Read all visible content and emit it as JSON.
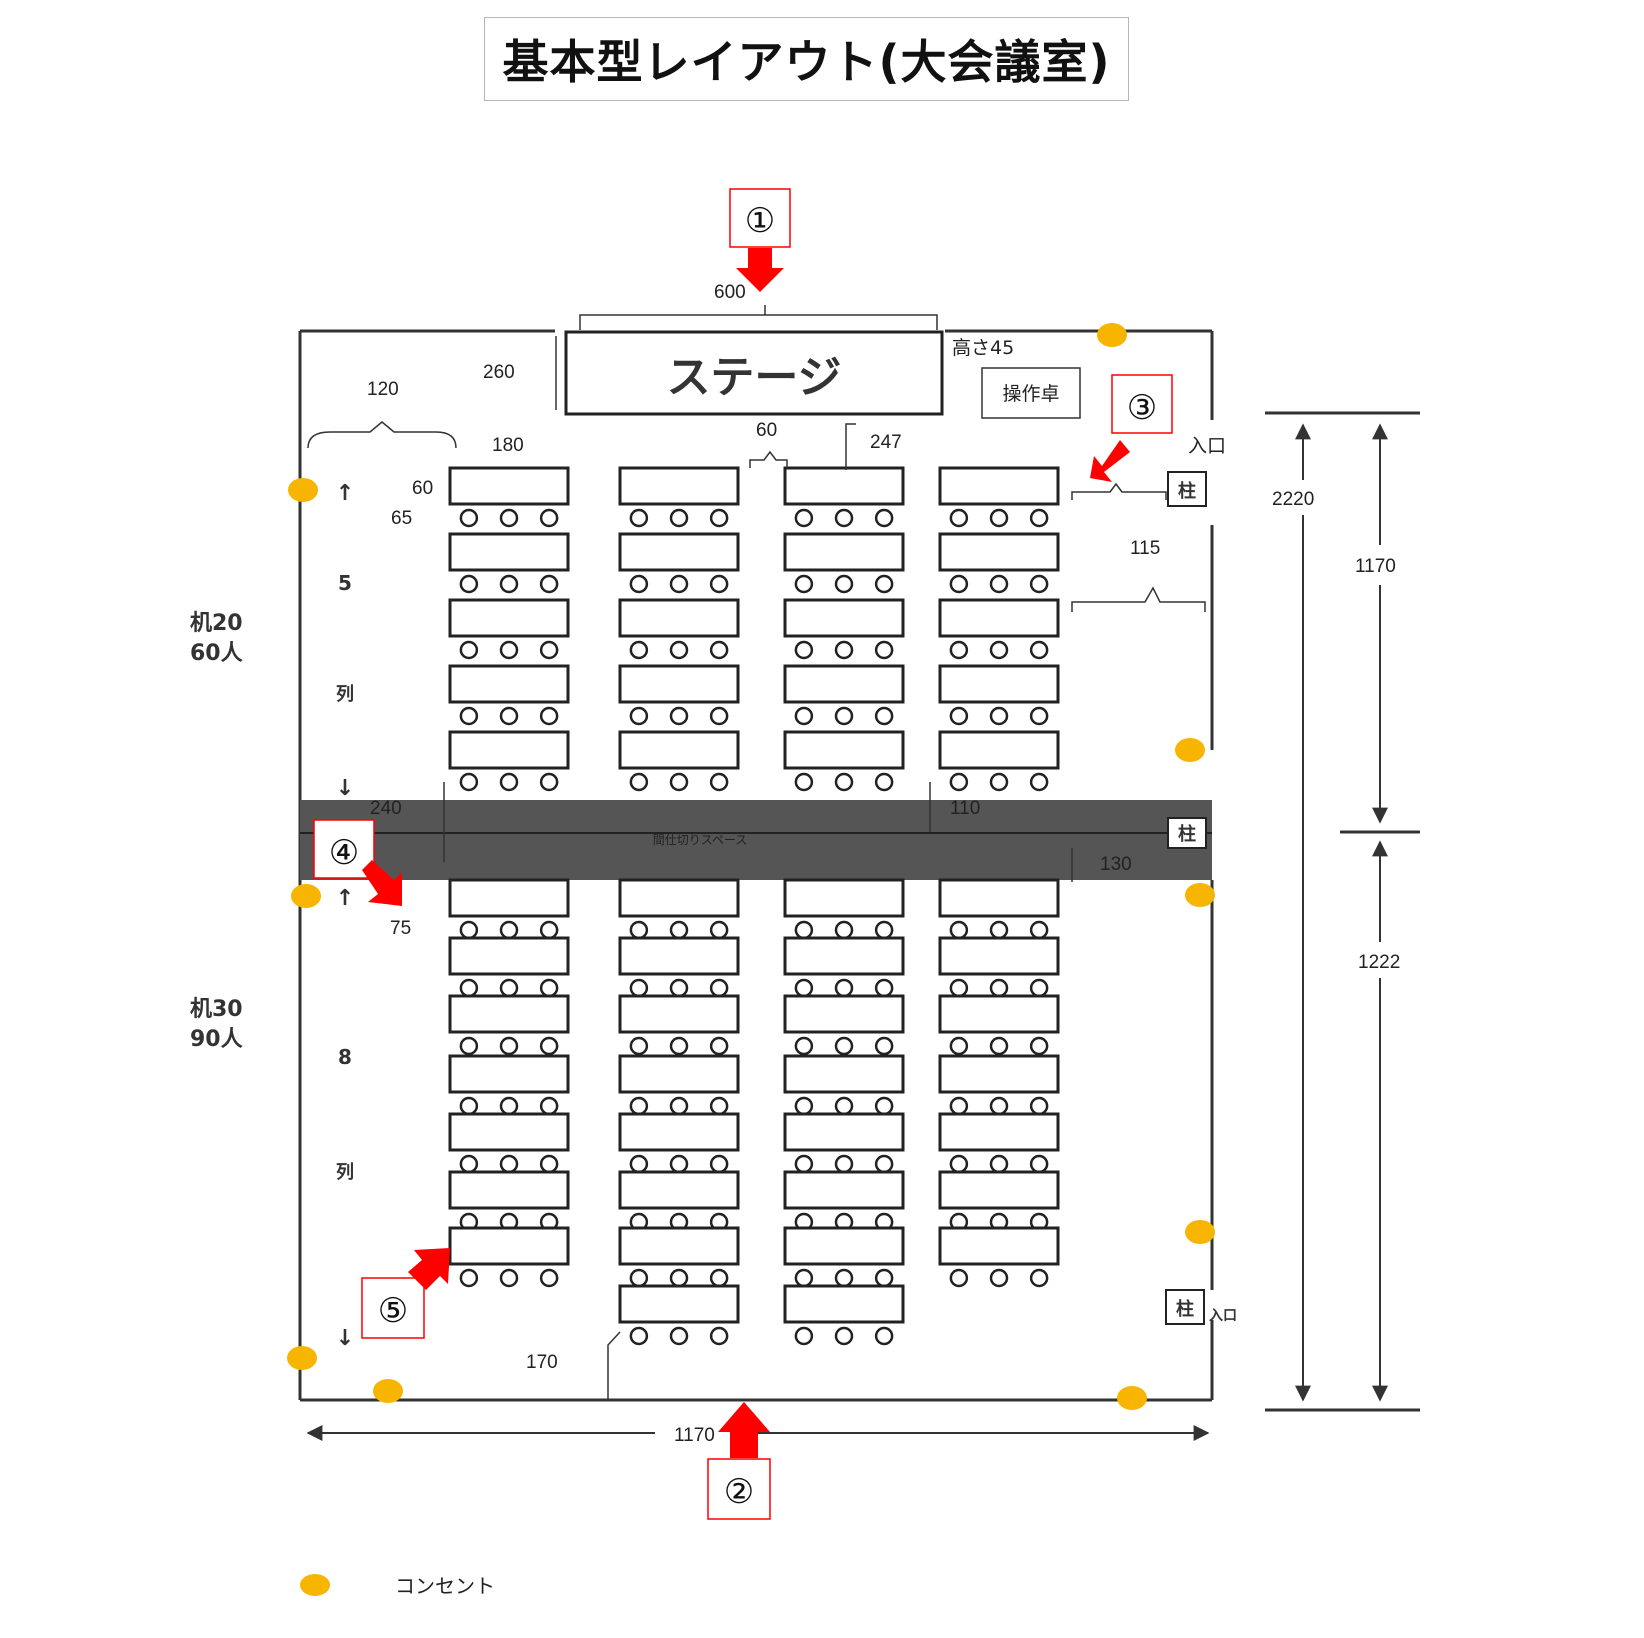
{
  "title": "基本型レイアウト(大会議室)",
  "stage": {
    "label": "ステージ",
    "height_label": "高さ45"
  },
  "console_label": "操作卓",
  "entrance_label": "入口",
  "pillar_label": "柱",
  "corridor_label": "間仕切りスペース",
  "groups": [
    {
      "count_line1": "机20",
      "count_line2": "60人",
      "col_digit": "5",
      "col_word": "列"
    },
    {
      "count_line1": "机30",
      "count_line2": "90人",
      "col_digit": "8",
      "col_word": "列"
    }
  ],
  "dimensions": {
    "stage_width": "600",
    "stage_depth": "260",
    "wall_left": "120",
    "desk_width": "180",
    "desk_depth": "60",
    "chair_space_top": "65",
    "aisle_center": "60",
    "stage_gap": "247",
    "wall_right_entrance": "115",
    "partition_left": "240",
    "partition_right": "110",
    "partition_right2": "130",
    "chair_space_bottom": "75",
    "rear_gap": "170",
    "room_width": "1170",
    "room_depth": "2220",
    "front_half": "1170",
    "rear_half": "1222"
  },
  "markers": [
    "①",
    "②",
    "③",
    "④",
    "⑤"
  ],
  "legend": {
    "label": "コンセント",
    "color": "#f7b500"
  },
  "colors": {
    "arrow": "#ff0000",
    "outlet": "#f7b500",
    "partition": "#555555"
  }
}
